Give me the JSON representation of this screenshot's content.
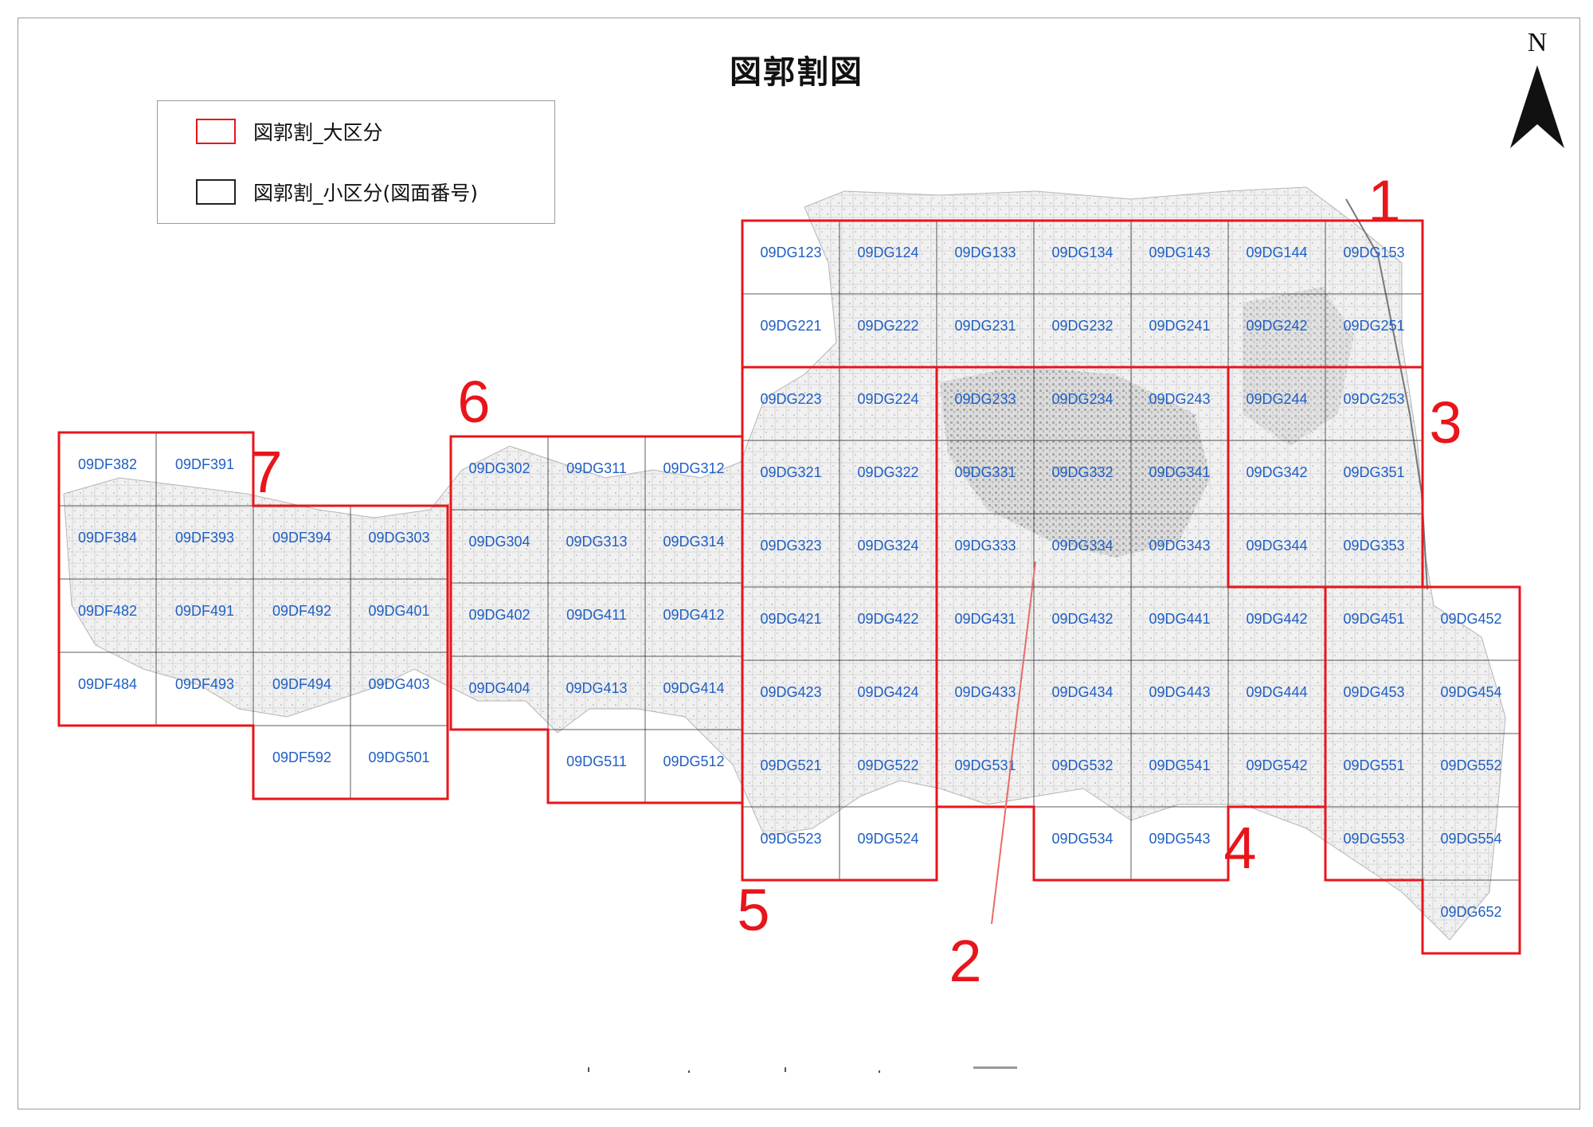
{
  "title": "図郭割図",
  "north_label": "N",
  "legend": {
    "major": "図郭割_大区分",
    "minor": "図郭割_小区分(図面番号)"
  },
  "colors": {
    "major_border": "#e8151b",
    "minor_border": "#222222",
    "sheet_label": "#1f5fc4",
    "region_label": "#e8151b"
  },
  "regions": [
    {
      "label": "1"
    },
    {
      "label": "2"
    },
    {
      "label": "3"
    },
    {
      "label": "4"
    },
    {
      "label": "5"
    },
    {
      "label": "6"
    },
    {
      "label": "7"
    }
  ],
  "sheets": [
    "09DG123",
    "09DG124",
    "09DG133",
    "09DG134",
    "09DG143",
    "09DG144",
    "09DG153",
    "09DG221",
    "09DG222",
    "09DG231",
    "09DG232",
    "09DG241",
    "09DG242",
    "09DG251",
    "09DG223",
    "09DG224",
    "09DG233",
    "09DG234",
    "09DG243",
    "09DG244",
    "09DG253",
    "09DG321",
    "09DG322",
    "09DG331",
    "09DG332",
    "09DG341",
    "09DG342",
    "09DG351",
    "09DG323",
    "09DG324",
    "09DG333",
    "09DG334",
    "09DG343",
    "09DG344",
    "09DG353",
    "09DG421",
    "09DG422",
    "09DG431",
    "09DG432",
    "09DG441",
    "09DG442",
    "09DG451",
    "09DG452",
    "09DG423",
    "09DG424",
    "09DG433",
    "09DG434",
    "09DG443",
    "09DG444",
    "09DG453",
    "09DG454",
    "09DG521",
    "09DG522",
    "09DG531",
    "09DG532",
    "09DG541",
    "09DG542",
    "09DG551",
    "09DG552",
    "09DG523",
    "09DG524",
    "09DG534",
    "09DG543",
    "09DG553",
    "09DG554",
    "09DG652",
    "09DG302",
    "09DG311",
    "09DG312",
    "09DG304",
    "09DG313",
    "09DG314",
    "09DG402",
    "09DG411",
    "09DG412",
    "09DG404",
    "09DG413",
    "09DG414",
    "09DG511",
    "09DG512",
    "09DF382",
    "09DF391",
    "09DF384",
    "09DF393",
    "09DF394",
    "09DG303",
    "09DF482",
    "09DF491",
    "09DF492",
    "09DG401",
    "09DF484",
    "09DF493",
    "09DF494",
    "09DG403",
    "09DF592",
    "09DG501"
  ]
}
